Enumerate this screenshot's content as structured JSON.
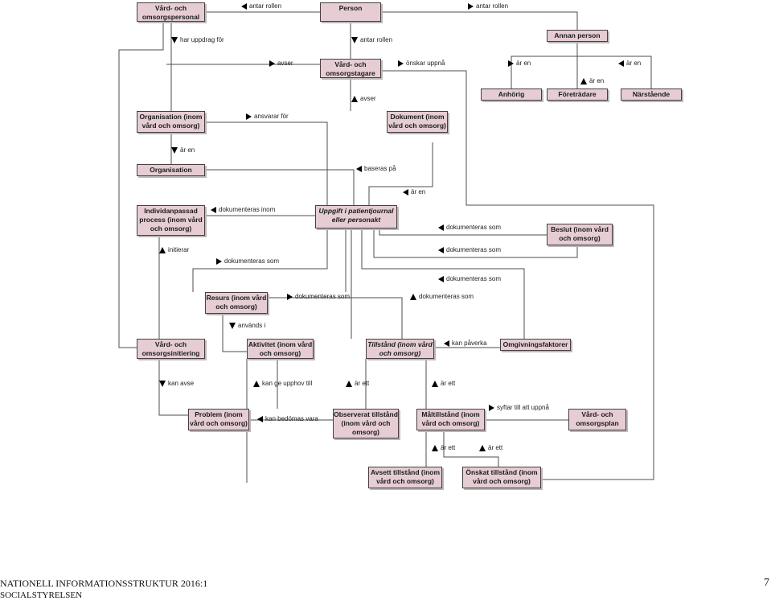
{
  "boxes": {
    "vard_personal": [
      "Vård- och",
      "omsorgspersonal"
    ],
    "person": [
      "Person"
    ],
    "annan_person": [
      "Annan person"
    ],
    "vardtagare": [
      "Vård- och",
      "omsorgstagare"
    ],
    "anhorig": [
      "Anhörig"
    ],
    "foretradare": [
      "Företrädare"
    ],
    "narstaende": [
      "Närstående"
    ],
    "org_inom": [
      "Organisation (inom",
      "vård och omsorg)"
    ],
    "dokument": [
      "Dokument (inom",
      "vård och omsorg)"
    ],
    "organisation": [
      "Organisation"
    ],
    "individanpassad": [
      "Individanpassad",
      "process (inom vård",
      "och omsorg)"
    ],
    "uppgift": [
      "Uppgift i patientjournal",
      "eller personakt"
    ],
    "beslut": [
      "Beslut (inom vård",
      "och omsorg)"
    ],
    "resurs": [
      "Resurs (inom vård",
      "och omsorg)"
    ],
    "vardinitiering": [
      "Vård- och",
      "omsorgsinitiering"
    ],
    "aktivitet": [
      "Aktivitet (inom vård",
      "och omsorg)"
    ],
    "tillstand": [
      "Tillstånd (inom vård",
      "och omsorg)"
    ],
    "omgivning": [
      "Omgivningsfaktorer"
    ],
    "problem": [
      "Problem (inom",
      "vård och omsorg)"
    ],
    "observerat": [
      "Observerat tillstånd",
      "(inom vård och",
      "omsorg)"
    ],
    "malltillstand": [
      "Måltillstånd (inom",
      "vård och omsorg)"
    ],
    "vardplan": [
      "Vård- och",
      "omsorgsplan"
    ],
    "avsett": [
      "Avsett tillstånd (inom",
      "vård och omsorg)"
    ],
    "onskat": [
      "Önskat tillstånd (inom",
      "vård och omsorg)"
    ]
  },
  "labels": {
    "antar_rollen_1": "antar rollen",
    "antar_rollen_2": "antar rollen",
    "antar_rollen_3": "antar rollen",
    "har_uppdrag_for": "har uppdrag för",
    "avser_1": "avser",
    "onskar_uppna": "önskar uppnå",
    "ar_en_1": "är en",
    "ar_en_2": "är en",
    "ar_en_3": "är en",
    "avser_2": "avser",
    "ansvarar_for": "ansvarar för",
    "ar_en_4": "är en",
    "baseras_pa": "baseras på",
    "ar_en_5": "är en",
    "dokumenteras_inom": "dokumenteras inom",
    "dokumenteras_som_1": "dokumenteras som",
    "initierar": "initierar",
    "dokumenteras_som_2": "dokumenteras som",
    "dokumenteras_som_3": "dokumenteras som",
    "dokumenteras_som_4": "dokumenteras som",
    "dokumenteras_som_5": "dokumenteras som",
    "dokumenteras_som_6": "dokumenteras som",
    "anvands_i": "används i",
    "kan_paverka": "kan påverka",
    "kan_avse": "kan avse",
    "kan_ge_upphov_till": "kan ge upphov till",
    "ar_ett_1": "är ett",
    "ar_ett_2": "är ett",
    "syftar_till": "syftar till att uppnå",
    "kan_bedomas_vara": "kan bedömas vara",
    "ar_ett_3": "är ett",
    "ar_ett_4": "är ett"
  },
  "footer": {
    "line1": "NATIONELL INFORMATIONSSTRUKTUR 2016:1",
    "line2": "SOCIALSTYRELSEN",
    "page": "7"
  },
  "colors": {
    "box_fill": "#e5cdd3",
    "box_border": "#4a3d40",
    "line": "#4a4a4a"
  }
}
